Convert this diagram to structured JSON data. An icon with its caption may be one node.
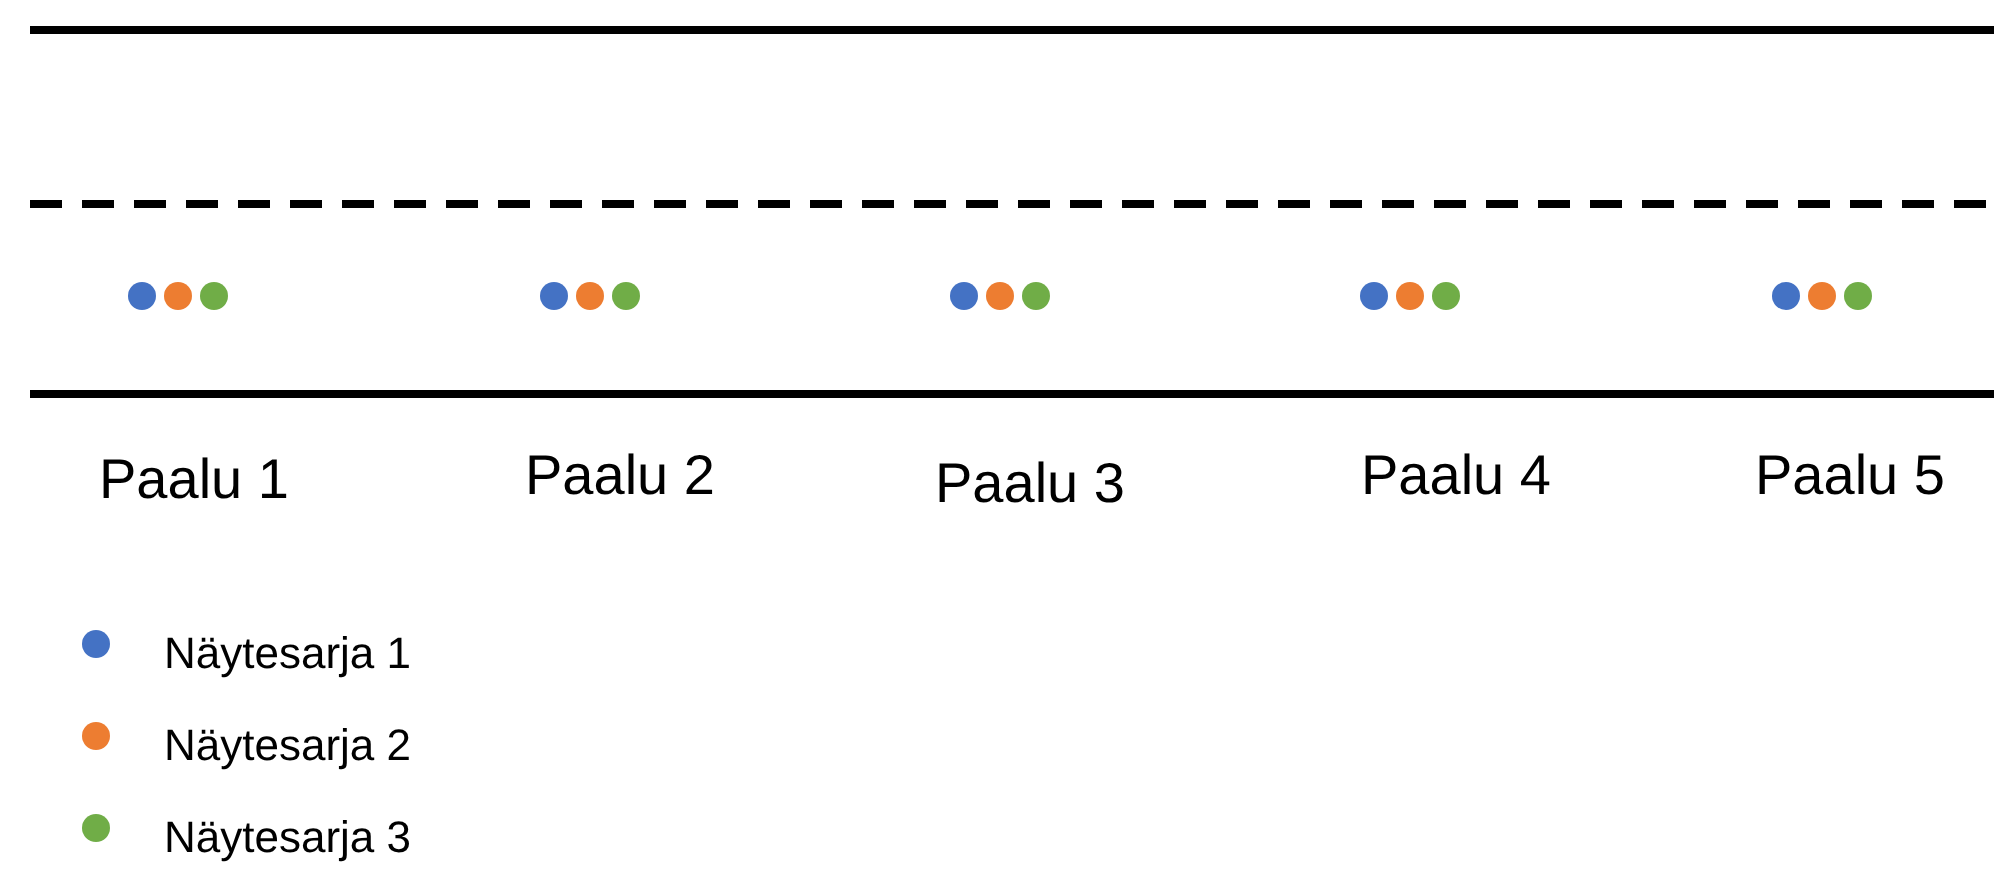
{
  "diagram": {
    "labels": [
      "Paalu 1",
      "Paalu 2",
      "Paalu 3",
      "Paalu 4",
      "Paalu 5"
    ],
    "legend": [
      {
        "text": "Näytesarja 1",
        "color": "#4472c4"
      },
      {
        "text": "Näytesarja 2",
        "color": "#ed7d31"
      },
      {
        "text": "Näytesarja 3",
        "color": "#70ad47"
      }
    ]
  }
}
